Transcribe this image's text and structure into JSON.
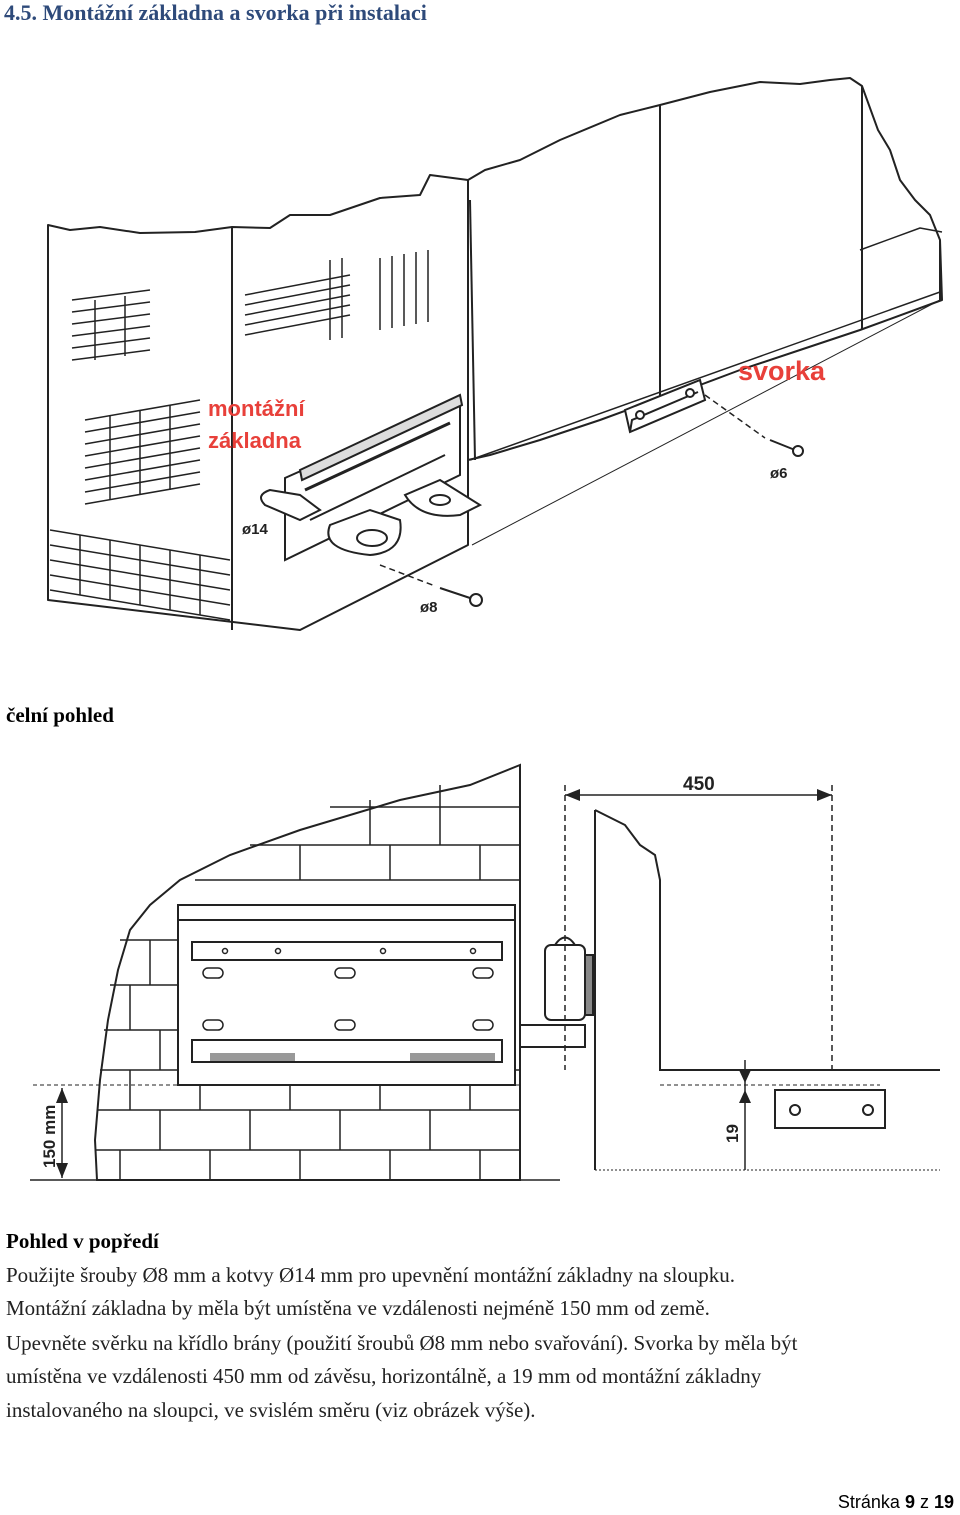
{
  "heading": "4.5. Montážní základna a svorka při instalaci",
  "iso_figure": {
    "label_base_line1": "montážní",
    "label_base_line2": "základna",
    "label_clamp": "svorka",
    "label_d14": "ø14",
    "label_d8_lower": "ø8",
    "label_d8_upper": "ø6",
    "label_color": "#e8403a"
  },
  "front_view_label": "čelní pohled",
  "front_figure": {
    "dim_450": "450",
    "dim_19": "19",
    "dim_150": "150 mm"
  },
  "description": {
    "heading": "Pohled v popředí",
    "lines": [
      "Použijte šrouby Ø8 mm a kotvy Ø14 mm pro upevnění montážní základny na sloupku.",
      "Montážní základna by měla být umístěna ve vzdálenosti nejméně 150 mm od země.",
      "Upevněte svěrku na křídlo brány (použití šroubů Ø8 mm nebo svařování). Svorka by měla být",
      "umístěna ve vzdálenosti 450 mm od závěsu, horizontálně, a 19 mm od montážní základny",
      "instalovaného na sloupci, ve svislém směru (viz obrázek výše)."
    ]
  },
  "footer": {
    "prefix": "Stránka ",
    "page": "9",
    "middle": " z ",
    "total": "19"
  }
}
